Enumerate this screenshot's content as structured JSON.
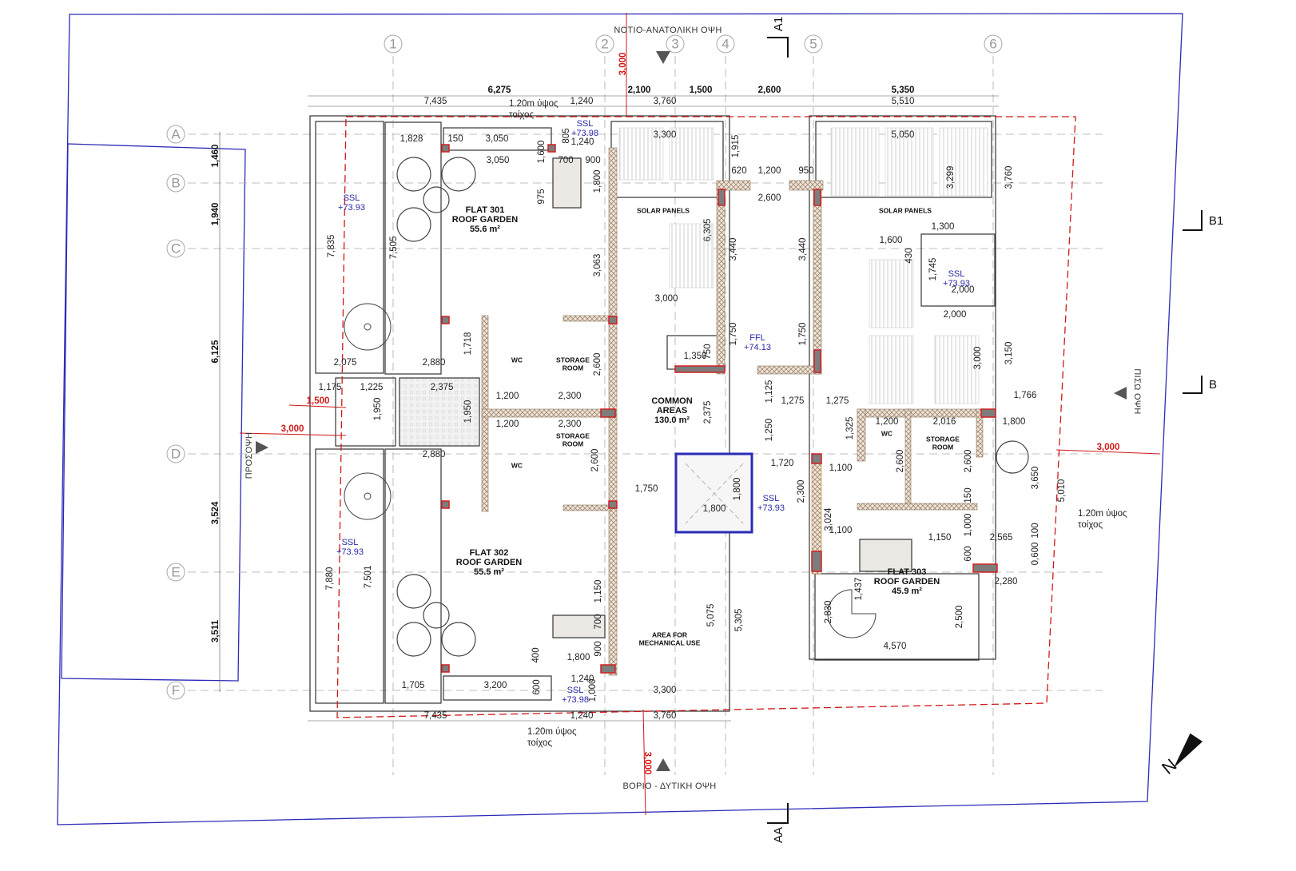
{
  "grid": {
    "columns": [
      "1",
      "2",
      "3",
      "4",
      "5",
      "6"
    ],
    "rows": [
      "A",
      "B",
      "C",
      "D",
      "E",
      "F"
    ]
  },
  "elevations": {
    "south_east": "ΝΟΤΙΟ-ΑΝΑΤΟΛΙΚΗ ΟΨΗ",
    "north_west": "ΒΟΡΙΟ - ΔΥΤΙΚΗ ΟΨΗ",
    "front": "ΠΡΟΣΟΨΗ",
    "back": "ΠΙΣΩ ΟΨΗ"
  },
  "sections": {
    "a1_top": "A1",
    "b1": "B1",
    "b": "B",
    "a_bottom": "AA"
  },
  "rooms": {
    "flat301": {
      "name": "FLAT 301",
      "type": "ROOF GARDEN",
      "area": "55.6 m²"
    },
    "flat302": {
      "name": "FLAT 302",
      "type": "ROOF GARDEN",
      "area": "55.5 m²"
    },
    "flat303": {
      "name": "FLAT 303",
      "type": "ROOF GARDEN",
      "area": "45.9 m²"
    },
    "common": {
      "name": "COMMON",
      "type": "AREAS",
      "area": "130.0 m²"
    },
    "storage1": {
      "l1": "STORAGE",
      "l2": "ROOM"
    },
    "storage2": {
      "l1": "STORAGE",
      "l2": "ROOM"
    },
    "storage3": {
      "l1": "STORAGE",
      "l2": "ROOM"
    },
    "wc1": "WC",
    "wc2": "WC",
    "wc3": "WC",
    "solar1": "SOLAR PANELS",
    "solar2": "SOLAR PANELS",
    "mech": {
      "l1": "AREA FOR",
      "l2": "MECHANICAL USE"
    }
  },
  "levels": [
    {
      "label": "SSL",
      "value": "+73.93"
    },
    {
      "label": "SSL",
      "value": "+73.98"
    },
    {
      "label": "SSL",
      "value": "+73.93"
    },
    {
      "label": "SSL",
      "value": "+73.98"
    },
    {
      "label": "SSL",
      "value": "+73.93"
    },
    {
      "label": "FFL",
      "value": "+74.13"
    },
    {
      "label": "SSL",
      "value": "+73.93"
    }
  ],
  "notes": [
    {
      "l1": "1.20m ύψος",
      "l2": "τοίχος"
    },
    {
      "l1": "1.20m ύψος",
      "l2": "τοίχος"
    },
    {
      "l1": "1.20m ύψος",
      "l2": "τοίχος"
    }
  ],
  "dimensions": [
    "6,275",
    "7,435",
    "1,240",
    "2,100",
    "1,500",
    "2,600",
    "5,350",
    "3,760",
    "5,510",
    "1,460",
    "1,940",
    "6,125",
    "3,524",
    "3,511",
    "1,828",
    "150",
    "3,050",
    "3,050",
    "1,600",
    "805",
    "1,240",
    "700",
    "900",
    "1,800",
    "975",
    "7,835",
    "7,505",
    "3,063",
    "1,718",
    "2,075",
    "2,880",
    "1,175",
    "1,225",
    "1,950",
    "2,375",
    "1,950",
    "1,500",
    "3,000",
    "1,200",
    "2,300",
    "2,600",
    "1,200",
    "2,300",
    "2,880",
    "2,600",
    "7,880",
    "7,501",
    "1,150",
    "700",
    "400",
    "1,800",
    "900",
    "1,705",
    "3,200",
    "600",
    "1,240",
    "1,000",
    "7,435",
    "1,240",
    "3,760",
    "3,300",
    "3,300",
    "1,915",
    "620",
    "1,200",
    "950",
    "2,600",
    "6,305",
    "3,440",
    "3,440",
    "3,000",
    "1,750",
    "1,750",
    "1,350",
    "750",
    "1,125",
    "1,275",
    "2,375",
    "1,250",
    "1,720",
    "1,750",
    "1,800",
    "1,800",
    "2,300",
    "5,075",
    "5,305",
    "3,000",
    "3,000",
    "5,050",
    "3,299",
    "3,760",
    "1,300",
    "1,600",
    "430",
    "1,745",
    "2,000",
    "2,000",
    "3,000",
    "3,150",
    "1,275",
    "1,766",
    "1,325",
    "1,200",
    "2,016",
    "1,800",
    "3,000",
    "1,100",
    "2,600",
    "2,600",
    "3,650",
    "5,010",
    "3,024",
    "1,100",
    "150",
    "1,150",
    "2,565",
    "1,000",
    "100",
    "600",
    "0,600",
    "2,280",
    "1,437",
    "2,830",
    "2,500",
    "4,570"
  ],
  "colors": {
    "boundary": "#2b2bb8",
    "setback": "#d01818",
    "wall_hatch": "#b59a80",
    "column": "#d02020",
    "level": "#2a2aa8"
  }
}
